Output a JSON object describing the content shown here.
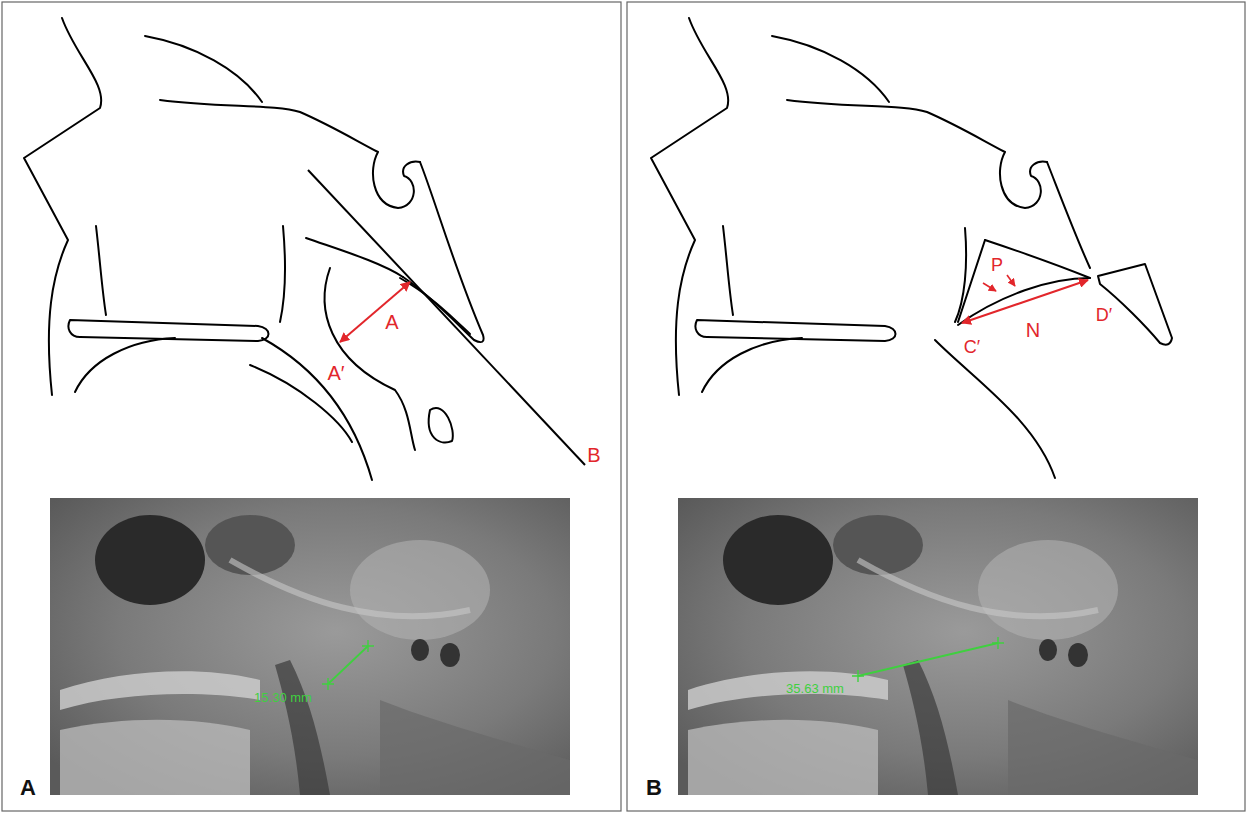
{
  "diagram": {
    "labels": [
      "A",
      "A′",
      "B",
      "15.30 mm",
      "A",
      "P",
      "D′",
      "C′",
      "N",
      "35.63 mm",
      "B"
    ]
  }
}
